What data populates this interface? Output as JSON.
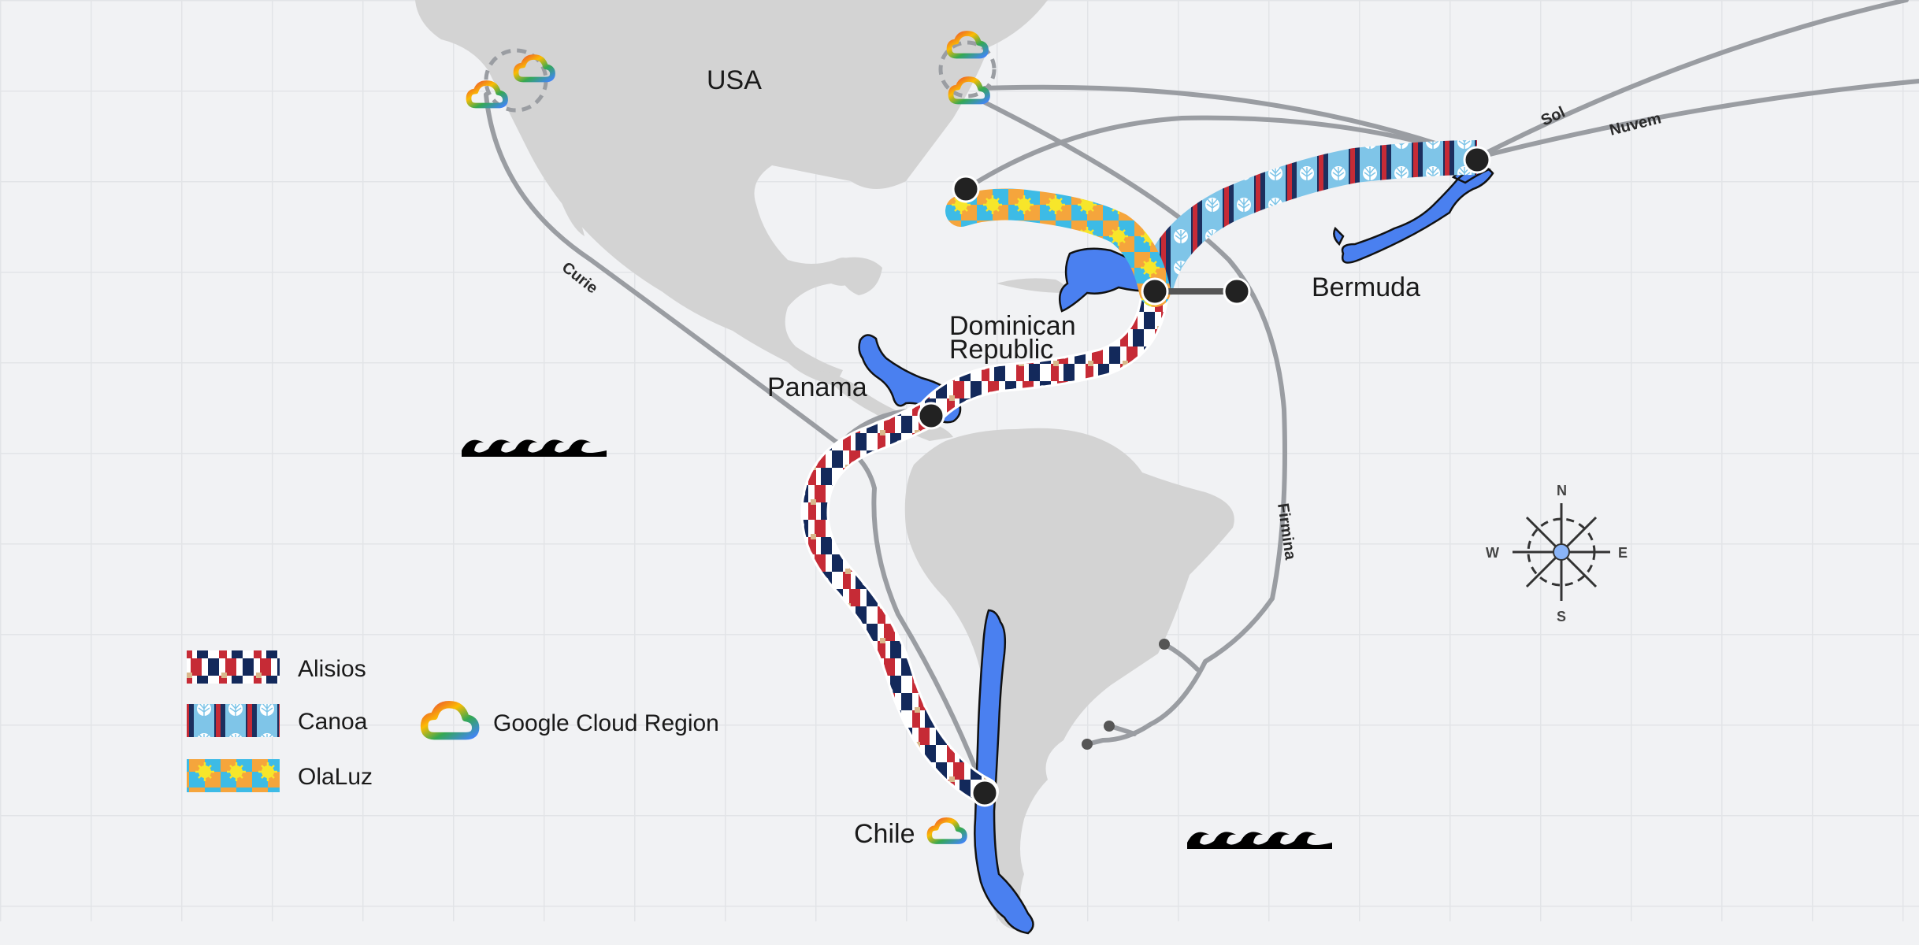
{
  "labels": {
    "usa": "USA",
    "bermuda": "Bermuda",
    "dominican_republic_line1": "Dominican",
    "dominican_republic_line2": "Republic",
    "panama": "Panama",
    "chile": "Chile"
  },
  "cables": {
    "curie": "Curie",
    "firmina": "Firmina",
    "sol": "Sol",
    "nuvem": "Nuvem"
  },
  "legend": {
    "items": [
      {
        "label": "Alisios"
      },
      {
        "label": "Canoa"
      },
      {
        "label": "OlaLuz"
      }
    ],
    "cloud_region": "Google Cloud Region"
  },
  "compass": {
    "n": "N",
    "e": "E",
    "s": "S",
    "w": "W"
  },
  "colors": {
    "background": "#f1f2f4",
    "grid": "#e3e5e8",
    "land": "#d3d3d3",
    "highlight_land": "#4a80f0",
    "cable": "#9a9da2",
    "landing": "#222222",
    "alisios_navy": "#13295b",
    "alisios_red": "#c62b36",
    "canoa_navy": "#1c2f5e",
    "canoa_sky": "#7fc5e8",
    "olaluz_orange": "#f5a53c",
    "olaluz_cyan": "#3dbbe6",
    "olaluz_yellow": "#f7e62a"
  }
}
